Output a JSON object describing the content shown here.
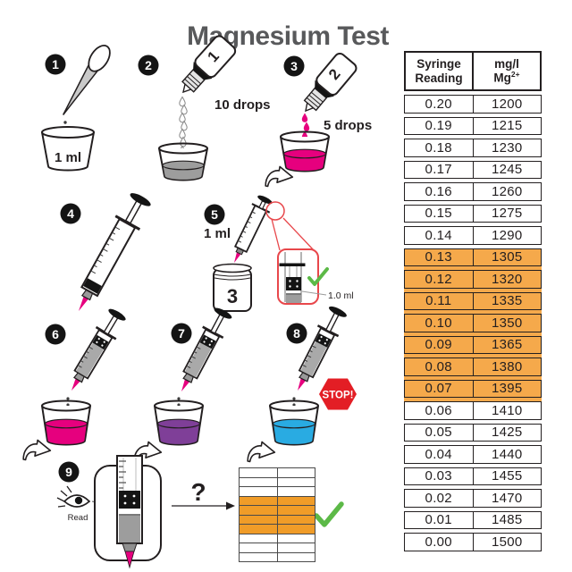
{
  "title": "Magnesium Test",
  "steps": {
    "s1": {
      "number": "1",
      "cup_label": "1 ml"
    },
    "s2": {
      "number": "2",
      "bottle_label": "1",
      "drops_label": "10 drops"
    },
    "s3": {
      "number": "3",
      "bottle_label": "2",
      "drops_label": "5 drops"
    },
    "s4": {
      "number": "4"
    },
    "s5": {
      "number": "5",
      "volume_label": "1 ml",
      "jar_label": "3",
      "callout_volume_label": "1.0 ml"
    },
    "s6": {
      "number": "6"
    },
    "s7": {
      "number": "7"
    },
    "s8": {
      "number": "8",
      "stop_label": "STOP!"
    },
    "s9": {
      "number": "9",
      "read_label": "Read",
      "question_label": "?"
    }
  },
  "colors": {
    "magenta": "#E6007E",
    "purple": "#7F3F98",
    "blue": "#29ABE2",
    "stopRed": "#E31E25",
    "calloutRed": "#E8474B",
    "checkGreen": "#5CB947",
    "tableOrange": "#F5A94B",
    "miniOrange": "#F09C28",
    "titleGray": "#58595B",
    "liquidGray": "#9D9D9D"
  },
  "table": {
    "header_col1": "Syringe Reading",
    "header_col2_line1": "mg/l",
    "header_col2_base": "Mg",
    "header_col2_sup": "2+",
    "rows": [
      {
        "reading": "0.20",
        "value": "1200",
        "highlight": false
      },
      {
        "reading": "0.19",
        "value": "1215",
        "highlight": false
      },
      {
        "reading": "0.18",
        "value": "1230",
        "highlight": false
      },
      {
        "reading": "0.17",
        "value": "1245",
        "highlight": false
      },
      {
        "reading": "0.16",
        "value": "1260",
        "highlight": false
      },
      {
        "reading": "0.15",
        "value": "1275",
        "highlight": false
      },
      {
        "reading": "0.14",
        "value": "1290",
        "highlight": false
      },
      {
        "reading": "0.13",
        "value": "1305",
        "highlight": true
      },
      {
        "reading": "0.12",
        "value": "1320",
        "highlight": true
      },
      {
        "reading": "0.11",
        "value": "1335",
        "highlight": true
      },
      {
        "reading": "0.10",
        "value": "1350",
        "highlight": true
      },
      {
        "reading": "0.09",
        "value": "1365",
        "highlight": true
      },
      {
        "reading": "0.08",
        "value": "1380",
        "highlight": true
      },
      {
        "reading": "0.07",
        "value": "1395",
        "highlight": true
      },
      {
        "reading": "0.06",
        "value": "1410",
        "highlight": false
      },
      {
        "reading": "0.05",
        "value": "1425",
        "highlight": false
      },
      {
        "reading": "0.04",
        "value": "1440",
        "highlight": false
      },
      {
        "reading": "0.03",
        "value": "1455",
        "highlight": false
      },
      {
        "reading": "0.02",
        "value": "1470",
        "highlight": false
      },
      {
        "reading": "0.01",
        "value": "1485",
        "highlight": false
      },
      {
        "reading": "0.00",
        "value": "1500",
        "highlight": false
      }
    ]
  },
  "step9_mini_table": {
    "rows": 10,
    "cols": 2,
    "highlighted_rows": [
      4,
      5,
      6,
      7
    ]
  }
}
